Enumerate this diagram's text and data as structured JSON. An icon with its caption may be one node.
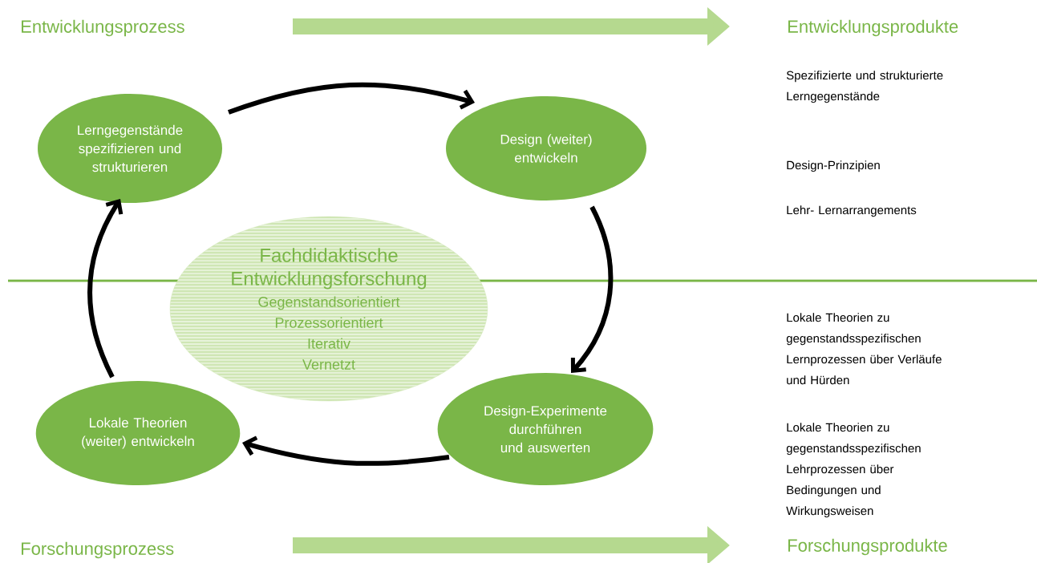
{
  "diagram": {
    "nodes": [
      {
        "text": [
          "Entwicklungsprozess"
        ]
      },
      {
        "text": [
          "Entwicklungsprodukte"
        ]
      },
      {
        "text": [
          "Lerngegenstände spezifizieren und strukturieren"
        ]
      },
      {
        "text": [
          "Design (weiter) entwickeln"
        ]
      },
      {
        "text": [
          "Fachdidaktische Entwicklungsforschung",
          "Gegenstandsorientiert",
          "Prozessorientiert",
          "Iterativ",
          "Vernetzt"
        ]
      },
      {
        "text": [
          "Lokale Theorien (weiter) entwickeln"
        ]
      },
      {
        "text": [
          "Design-Experimente durchführen und auswerten"
        ]
      },
      {
        "text": [
          "Forschungsprozess"
        ]
      },
      {
        "text": [
          "Forschungsprodukte"
        ]
      }
    ],
    "edges": [
      {
        "from": 2,
        "to": 3,
        "arrow": "to"
      },
      {
        "from": 3,
        "to": 6,
        "arrow": "to"
      },
      {
        "from": 6,
        "to": 5,
        "arrow": "to"
      },
      {
        "from": 5,
        "to": 2,
        "arrow": "to"
      }
    ],
    "labels": [
      "Spezifizierte und strukturierte Lerngegenstände",
      "Design-Prinzipien",
      "Lehr- Lernarrangements",
      "Lokale Theorien zu gegenstandsspezifischen Lernprozessen über Verläufe und Hürden",
      "Lokale Theorien zu gegenstandsspezifischen Lehrprozessen über Bedingungen und Wirkungsweisen"
    ]
  }
}
